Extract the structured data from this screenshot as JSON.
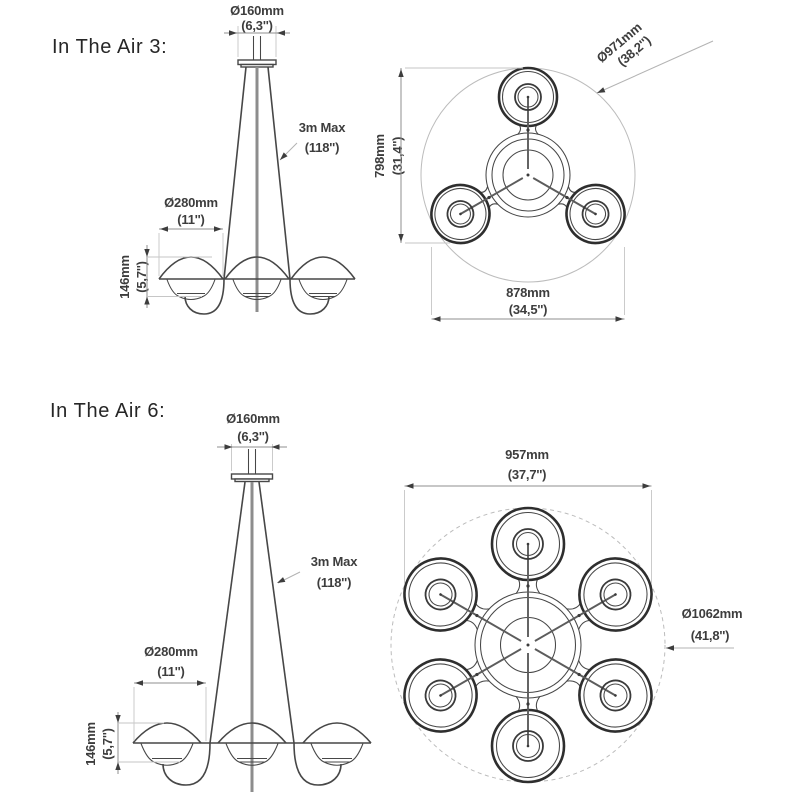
{
  "products": [
    {
      "title": "In The Air 3:",
      "side_view": {
        "canopy_diameter_mm": "Ø160mm",
        "canopy_diameter_in": "(6,3'')",
        "suspension_max": "3m Max",
        "suspension_max_in": "(118'')",
        "shade_diameter_mm": "Ø280mm",
        "shade_diameter_in": "(11'')",
        "shade_height_mm": "146mm",
        "shade_height_in": "(5,7'')"
      },
      "top_view": {
        "overall_diameter_mm": "Ø971mm",
        "overall_diameter_in": "(38,2'')",
        "depth_mm": "798mm",
        "depth_in": "(31,4'')",
        "width_mm": "878mm",
        "width_in": "(34,5'')"
      }
    },
    {
      "title": "In The Air 6:",
      "side_view": {
        "canopy_diameter_mm": "Ø160mm",
        "canopy_diameter_in": "(6,3'')",
        "suspension_max": "3m Max",
        "suspension_max_in": "(118'')",
        "shade_diameter_mm": "Ø280mm",
        "shade_diameter_in": "(11'')",
        "shade_height_mm": "146mm",
        "shade_height_in": "(5,7'')"
      },
      "top_view": {
        "width_mm": "957mm",
        "width_in": "(37,7'')",
        "overall_diameter_mm": "Ø1062mm",
        "overall_diameter_in": "(41,8'')"
      }
    }
  ],
  "colors": {
    "background": "#ffffff",
    "line_dark": "#2e2e2e",
    "line_light": "#bcbcbc",
    "dim_text": "#3d3d3d"
  }
}
